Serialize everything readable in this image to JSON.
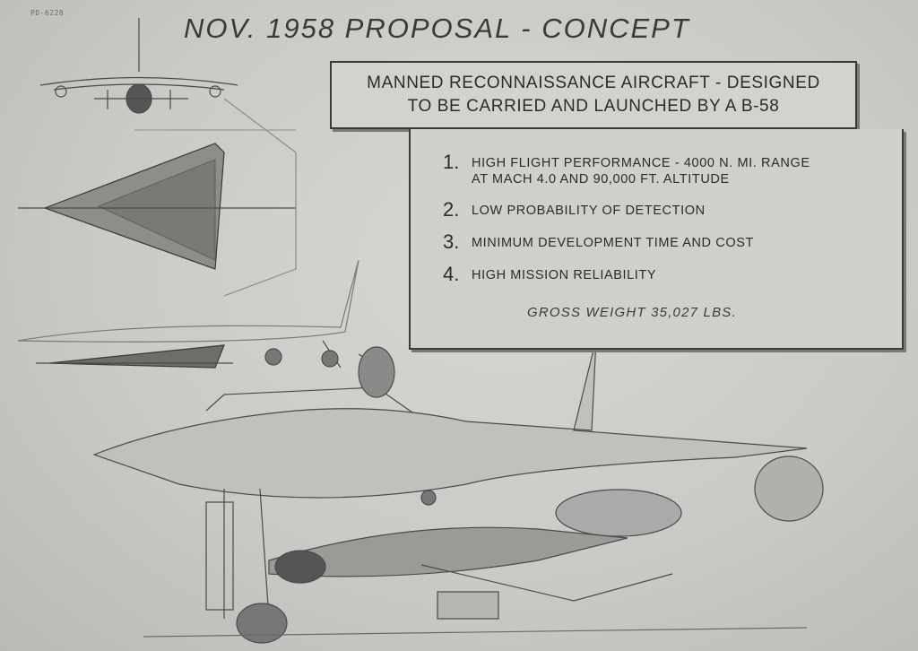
{
  "header": {
    "ref_code": "PD-6228",
    "title": "NOV. 1958 PROPOSAL - CONCEPT"
  },
  "heading_box": {
    "line1": "MANNED RECONNAISSANCE AIRCRAFT - DESIGNED",
    "line2": "TO BE CARRIED AND LAUNCHED BY A  B-58"
  },
  "features": [
    {
      "number": "1.",
      "text_line1": "HIGH FLIGHT PERFORMANCE - 4000 N. MI. RANGE",
      "text_line2": "AT MACH 4.0 AND 90,000 FT. ALTITUDE"
    },
    {
      "number": "2.",
      "text_line1": "LOW PROBABILITY OF DETECTION",
      "text_line2": ""
    },
    {
      "number": "3.",
      "text_line1": "MINIMUM DEVELOPMENT TIME AND COST",
      "text_line2": ""
    },
    {
      "number": "4.",
      "text_line1": "HIGH MISSION RELIABILITY",
      "text_line2": ""
    }
  ],
  "gross_weight": "GROSS WEIGHT 35,027 LBS.",
  "colors": {
    "paper": "#cacac7",
    "ink": "#2e2e2e"
  }
}
